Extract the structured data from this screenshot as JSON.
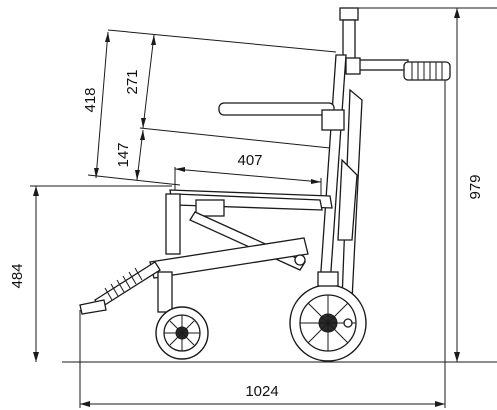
{
  "dimensions": {
    "backrest_overall": "418",
    "backrest_upper": "271",
    "backrest_lower": "147",
    "seat_depth": "407",
    "overall_height": "979",
    "seat_height": "484",
    "overall_length": "1024"
  }
}
